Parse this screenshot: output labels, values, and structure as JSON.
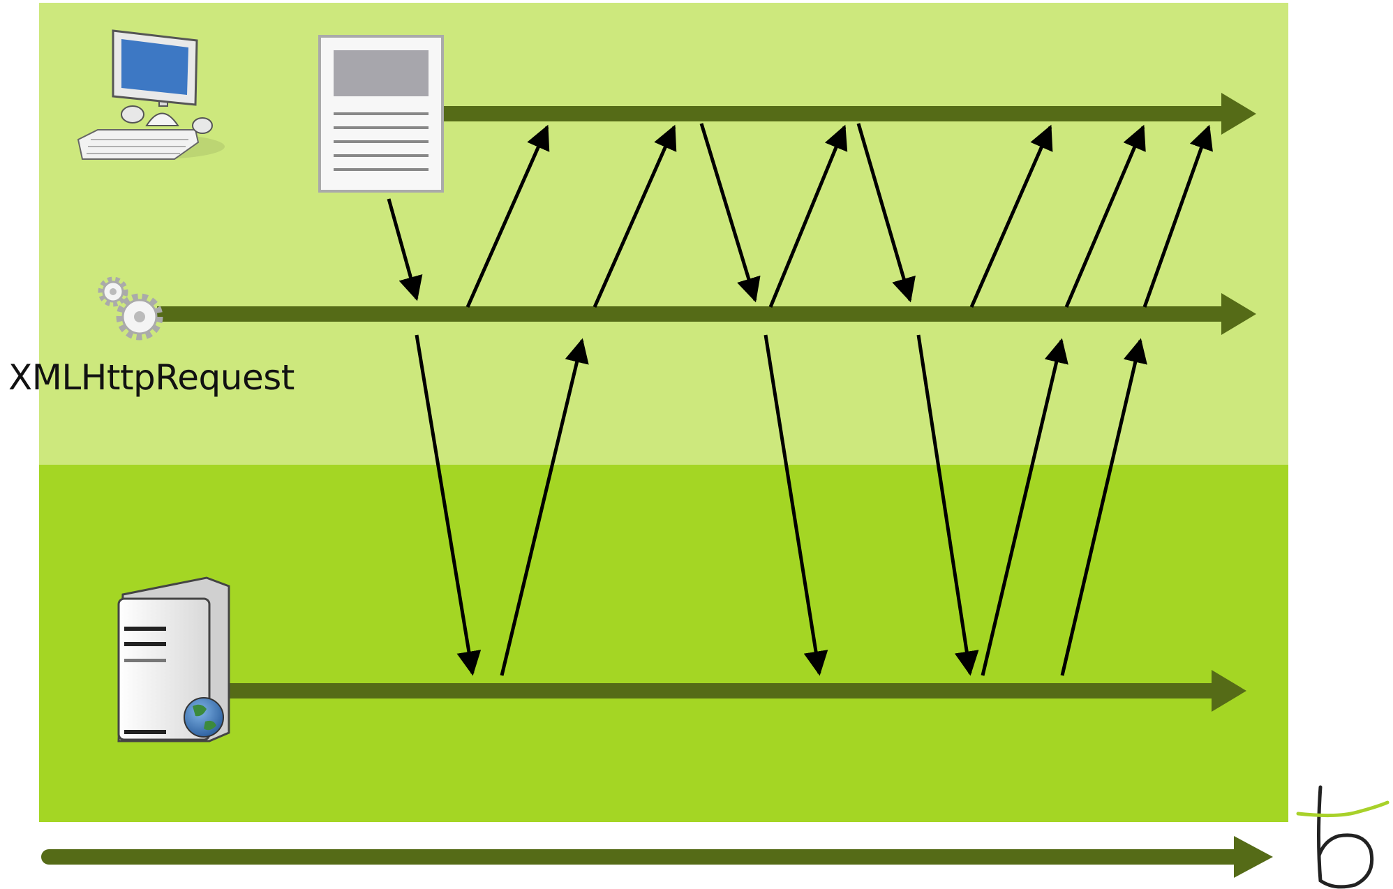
{
  "diagram": {
    "title": "",
    "lanes": [
      {
        "id": "browser",
        "icon": "desktop-computer-icon",
        "color": "#cde87d"
      },
      {
        "id": "xhr",
        "icon": "gears-icon",
        "label": "XMLHttpRequest",
        "color": "#cde87d"
      },
      {
        "id": "server",
        "icon": "web-server-icon",
        "color": "#a4d624"
      }
    ],
    "document_icon": "web-page-document-icon",
    "time_axis_icon": "time-t-icon",
    "colors": {
      "upper_band": "#cde87d",
      "lower_band": "#a4d624",
      "timeline": "#556b17",
      "message_arrow": "#000000"
    }
  }
}
